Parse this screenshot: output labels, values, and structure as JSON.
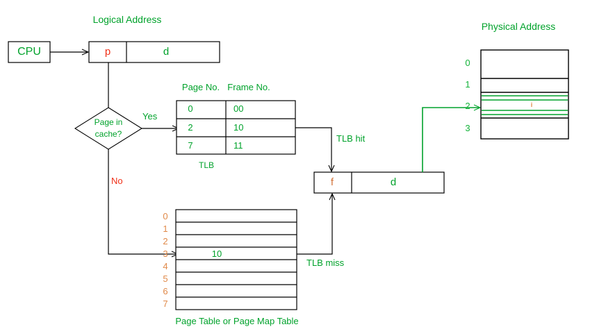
{
  "diagram": {
    "title_logical": "Logical Address",
    "title_physical": "Physical Address",
    "cpu": {
      "label": "CPU"
    },
    "logical_address": {
      "page_field": "p",
      "offset_field": "d"
    },
    "decision": {
      "line1": "Page in",
      "line2": "cache?",
      "yes": "Yes",
      "no": "No"
    },
    "tlb": {
      "caption": "TLB",
      "headers": [
        "Page No.",
        "Frame No."
      ],
      "rows": [
        {
          "page": "0",
          "frame": "00"
        },
        {
          "page": "2",
          "frame": "10"
        },
        {
          "page": "7",
          "frame": "11"
        }
      ]
    },
    "page_table": {
      "caption": "Page Table or Page Map Table",
      "index_labels": [
        "0",
        "1",
        "2",
        "3",
        "4",
        "5",
        "6",
        "7"
      ],
      "values": [
        "",
        "",
        "",
        "10",
        "",
        "",
        "",
        ""
      ],
      "highlighted_index": "3"
    },
    "physical_address_frame": {
      "frame_field": "f",
      "offset_field": "d"
    },
    "memory": {
      "index_labels": [
        "0",
        "1",
        "2",
        "3"
      ],
      "highlighted_index": "2",
      "highlight_mark": "i"
    },
    "edges": {
      "tlb_hit": "TLB hit",
      "tlb_miss": "TLB miss"
    },
    "colors": {
      "green": "#00a22b",
      "red": "#f03018",
      "orange": "#d2733a",
      "black": "#000000",
      "white": "#ffffff"
    }
  }
}
